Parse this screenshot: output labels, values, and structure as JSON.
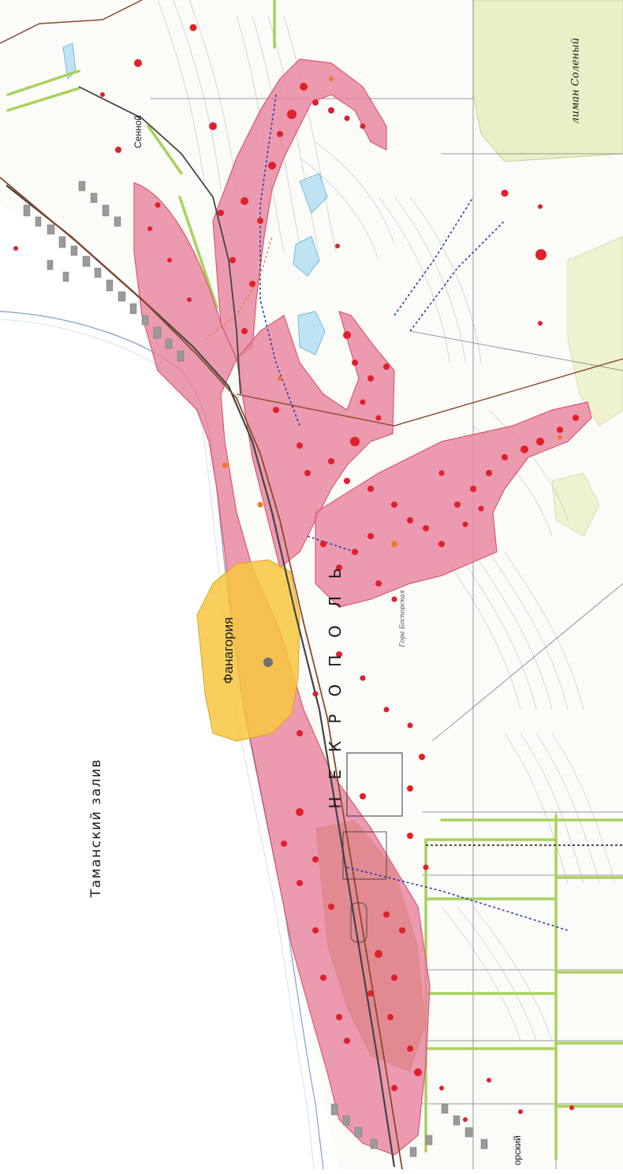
{
  "labels": {
    "bay": "Таманский залив",
    "liman": "лиман Соленый",
    "phanagoria": "Фанагория",
    "necropolis": "НЕКРОПОЛЬ",
    "village_north": "Сенной",
    "village_south": "орский",
    "hill": "Гора Боспорская"
  },
  "colors": {
    "sea": "#ffffff",
    "coast_line": "#7f9fd0",
    "liman": "#e9efc6",
    "necropolis_zone": "#e8849f",
    "necropolis_border": "#d85a6e",
    "phanagoria_zone": "#f7c73f",
    "burial_mound": "#e0202a",
    "railway": "#444444",
    "road": "#8a4a2a",
    "forest_belt": "#a7d25a",
    "contour": "#b8b8b8",
    "blue_dotted": "#2240b0"
  }
}
